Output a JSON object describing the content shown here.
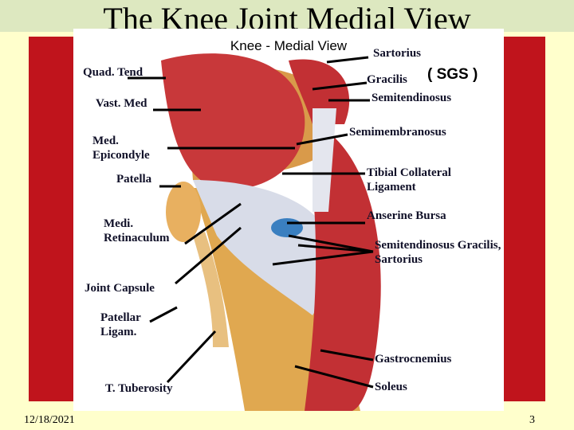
{
  "slide": {
    "title": "The Knee Joint Medial View",
    "date": "12/18/2021",
    "page_number": "3"
  },
  "figure": {
    "title": "Knee - Medial View",
    "group_label": "( SGS )",
    "labels_left": [
      "Quad. Tend",
      "Vast. Med",
      "Med. Epicondyle",
      "Patella",
      "Medi. Retinaculum",
      "Joint Capsule",
      "Patellar Ligam.",
      "T. Tuberosity"
    ],
    "labels_right": [
      "Sartorius",
      "Gracilis",
      "Semitendinosus",
      "Semimembranosus",
      "Tibial Collateral Ligament",
      "Anserine Bursa",
      "Semitendinosus Gracilis, Sartorius",
      "Gastrocnemius",
      "Soleus"
    ]
  },
  "colors": {
    "title_band": "#dde8c0",
    "page_background": "#ffffcc",
    "side_bars": "#c0141c",
    "muscle": "#c8383a",
    "tendon": "#d8dce8",
    "bone": "#e0a850",
    "bursa": "#3a7fc0"
  }
}
